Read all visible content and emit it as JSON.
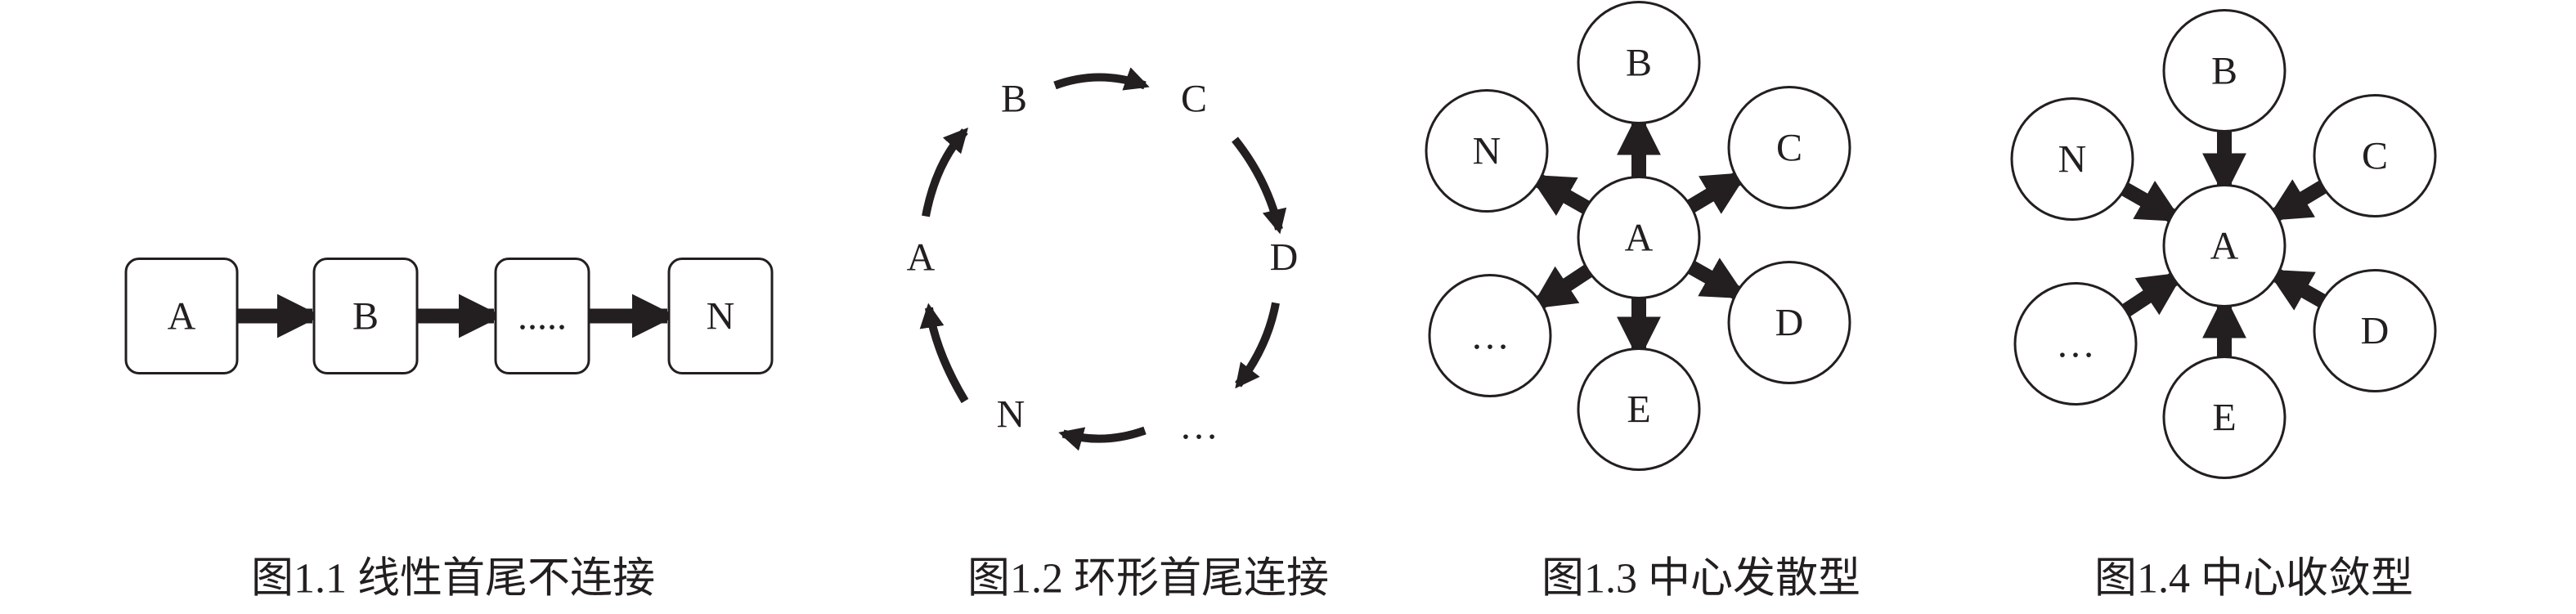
{
  "figures": [
    {
      "caption": "图1.1  线性首尾不连接",
      "nodes": [
        "A",
        "B",
        ".....",
        "N"
      ]
    },
    {
      "caption": "图1.2  环形首尾连接",
      "nodes": [
        "A",
        "B",
        "C",
        "D",
        "…",
        "N"
      ]
    },
    {
      "caption": "图1.3  中心发散型",
      "center": "A",
      "nodes": [
        "B",
        "C",
        "D",
        "E",
        "…",
        "N"
      ]
    },
    {
      "caption": "图1.4  中心收敛型",
      "center": "A",
      "nodes": [
        "B",
        "C",
        "D",
        "E",
        "…",
        "N"
      ]
    }
  ],
  "colors": {
    "ink": "#231f20",
    "fill": "#ffffff"
  }
}
